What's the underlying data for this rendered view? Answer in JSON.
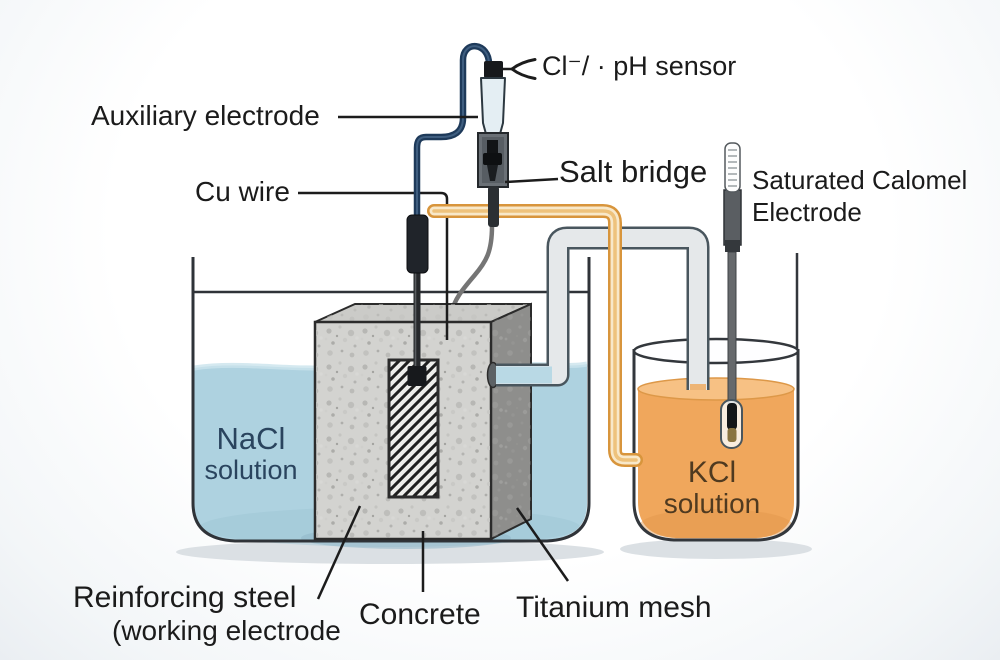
{
  "labels": {
    "sensor": "Cl⁻/ · pH sensor",
    "auxiliary_electrode": "Auxiliary electrode",
    "cu_wire": "Cu wire",
    "salt_bridge": "Salt bridge",
    "saturated_calomel_line1": "Saturated Calomel",
    "saturated_calomel_line2": "Electrode",
    "nacl_line1": "NaCl",
    "nacl_line2": "solution",
    "kcl_line1": "KCl",
    "kcl_line2": "solution",
    "reinforcing_steel": "Reinforcing steel",
    "working_electrode": "(working electrode",
    "concrete": "Concrete",
    "titanium_mesh": "Titanium mesh"
  },
  "colors": {
    "nacl_solution": "#aed2e0",
    "kcl_solution": "#f0a75c",
    "kcl_surface": "#f7c184",
    "concrete_face": "#d3d3d0",
    "salt_bridge_tube": "#d8953c",
    "wire": "#1e3a5a",
    "label_text": "#1b1b1b",
    "nacl_text": "#2a445e",
    "kcl_text": "#4f3a20"
  }
}
